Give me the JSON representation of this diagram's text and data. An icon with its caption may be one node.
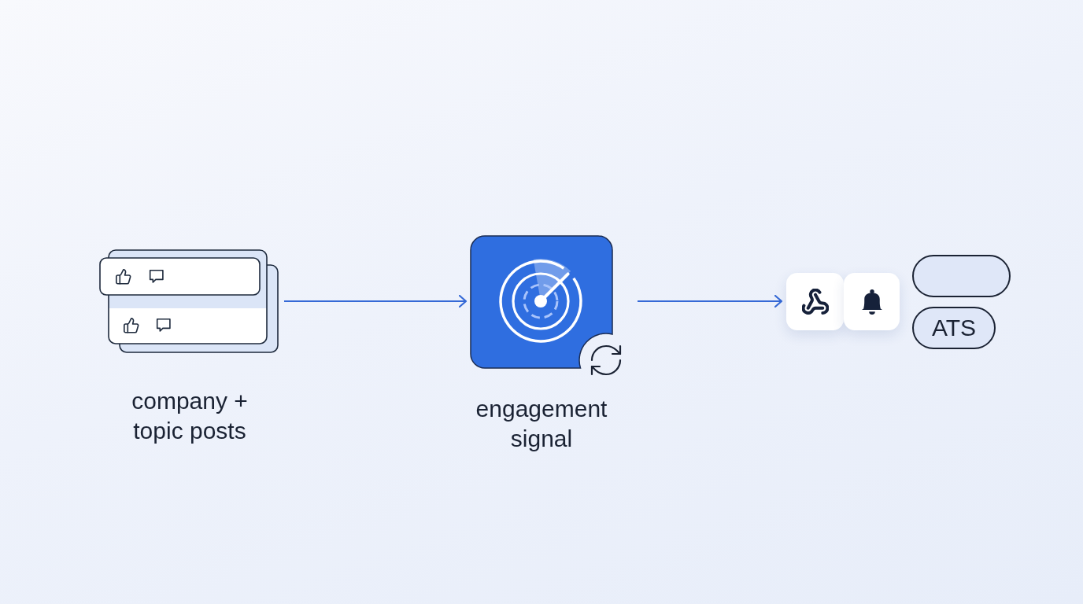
{
  "diagram": {
    "nodes": [
      {
        "text": [
          "company + topic posts"
        ]
      },
      {
        "text": [
          "engagement signal"
        ]
      },
      {
        "text": [],
        "shape": "box"
      },
      {
        "text": [],
        "shape": "box"
      },
      {
        "text": [],
        "shape": "box"
      },
      {
        "text": [
          "ATS"
        ]
      }
    ],
    "edges": [
      {
        "from": 0,
        "to": 1,
        "arrow": "to"
      },
      {
        "from": 1,
        "to": 2,
        "arrow": "to"
      }
    ]
  }
}
